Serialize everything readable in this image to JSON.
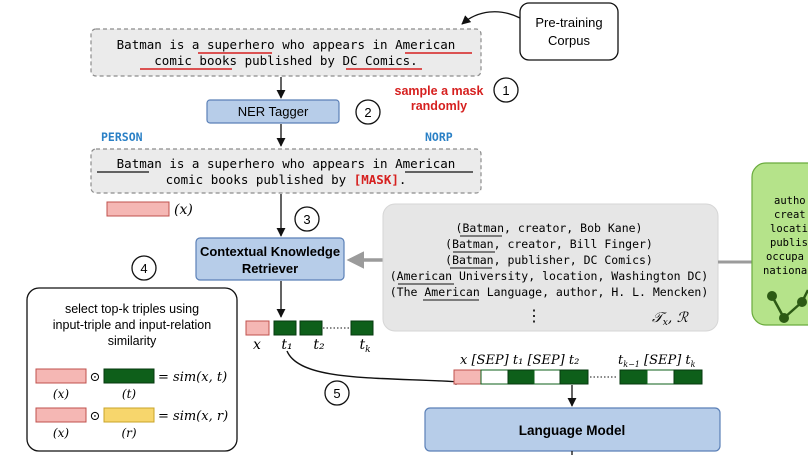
{
  "corpus_box": {
    "line1": "Pre-training",
    "line2": "Corpus"
  },
  "sentence1": {
    "line1": [
      "Batman is a ",
      "superhero",
      " who appears in ",
      "American"
    ],
    "line2": [
      "comic books",
      " published by ",
      "DC Comics",
      "."
    ]
  },
  "sample_mask": {
    "line1": "sample a mask",
    "line2": "randomly"
  },
  "ner_tagger": "NER Tagger",
  "tags": {
    "person": "PERSON",
    "norp": "NORP"
  },
  "sentence2": {
    "line1": [
      "Batman",
      " is a superhero who appears in ",
      "American"
    ],
    "line2": [
      "comic books published by ",
      "[MASK]",
      "."
    ]
  },
  "x_label": "(x)",
  "retriever": {
    "line1": "Contextual Knowledge",
    "line2": "Retriever"
  },
  "steps": [
    "1",
    "2",
    "3",
    "4",
    "5"
  ],
  "triples": [
    [
      "(",
      "Batman",
      ", creator, Bob Kane)"
    ],
    [
      "(",
      "Batman",
      ", creator, Bill Finger)"
    ],
    [
      "(",
      "Batman",
      ", publisher, DC Comics)"
    ],
    [
      "(",
      "American",
      " University, location, Washington DC)"
    ],
    [
      "(The ",
      "American",
      " Language, author, H. L. Mencken)"
    ]
  ],
  "ellipsis": "⋮",
  "kb_label": "𝒯_x, ℛ",
  "relations": [
    "autho",
    "creat",
    "locati",
    "publis",
    "occupa",
    "nationa"
  ],
  "selection_box": {
    "title": [
      "select top-k triples using",
      "input-triple and input-relation",
      "similarity"
    ],
    "odot": "⊙",
    "eq1": "= sim(x, t)",
    "eq2": "= sim(x, r)",
    "lab_x": "(x)",
    "lab_t": "(t)",
    "lab_r": "(r)"
  },
  "seq1": {
    "x": "x",
    "t1": "t₁",
    "t2": "t₂",
    "tk": "t_k"
  },
  "seq2": {
    "top_left": "x [SEP] t₁ [SEP] t₂",
    "top_right": "t_{k−1} [SEP] t_k"
  },
  "language_model": "Language Model",
  "colors": {
    "red_text": "#d6201f",
    "blue_text": "#2a80c6",
    "box_blue": "#b7cde9",
    "box_blue_border": "#5b80b7",
    "dark_green": "#0e5f1a",
    "light_green": "#b5e38a",
    "pink": "#f5b7b4",
    "yellow": "#f7d66c",
    "gray_box": "#e6e6e6"
  }
}
